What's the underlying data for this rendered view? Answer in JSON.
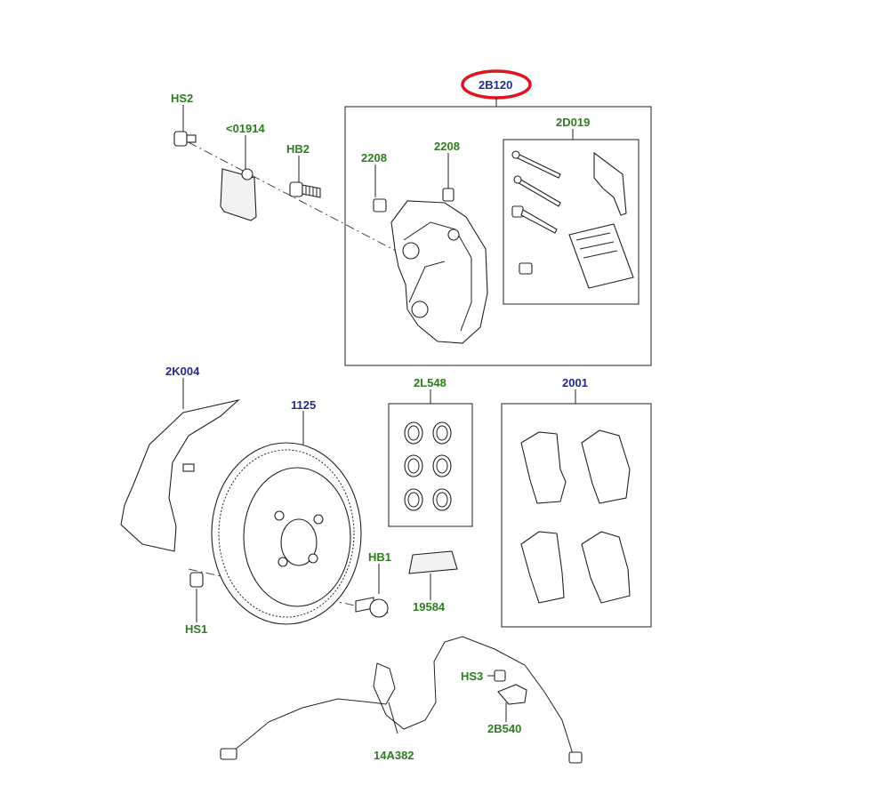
{
  "labels": {
    "hs2": "HS2",
    "p01914": "<01914",
    "hb2": "HB2",
    "p2208a": "2208",
    "p2208b": "2208",
    "p2b120": "2B120",
    "p2d019": "2D019",
    "p2k004": "2K004",
    "p1125": "1125",
    "p2l548": "2L548",
    "p2001": "2001",
    "hb1": "HB1",
    "p19584": "19584",
    "hs1": "HS1",
    "hs3": "HS3",
    "p2b540": "2B540",
    "p14a382": "14A382"
  },
  "colors": {
    "label_green": "#2e7d1f",
    "label_blue": "#1f2c8f",
    "highlight_ring": "#e0141e",
    "line": "#222222"
  },
  "highlighted_part": "2B120"
}
